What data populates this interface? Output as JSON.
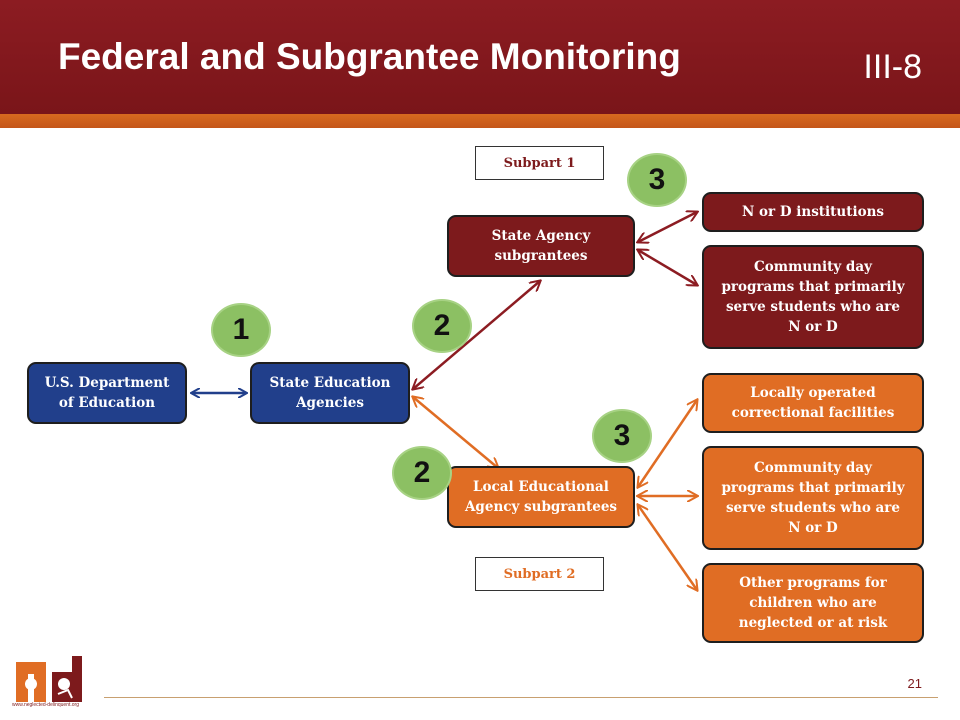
{
  "header": {
    "title": "Federal and Subgrantee Monitoring",
    "slide_code": "III-8"
  },
  "diagram": {
    "subpart1_label": "Subpart 1",
    "subpart2_label": "Subpart 2",
    "federal_box": "U.S. Department\nof Education",
    "sea_box": "State Education\nAgencies",
    "state_agency_box": "State Agency\nsubgrantees",
    "lea_box": "Local Educational\nAgency subgrantees",
    "nd_institutions": "N or D institutions",
    "community_day_state": "Community day\nprograms that primarily\nserve students who are\nN or D",
    "local_correctional": "Locally operated\ncorrectional facilities",
    "community_day_local": "Community day\nprograms that primarily\nserve students who are\nN or D",
    "other_programs": "Other programs for\nchildren who are\nneglected or at risk",
    "badges": {
      "federal_sea": "1",
      "sea_state_agency": "2",
      "sea_lea": "2",
      "state_agency_facilities": "3",
      "lea_facilities": "3"
    }
  },
  "colors": {
    "header": "#8c1c22",
    "stripe": "#d86a1f",
    "blue": "#213f8b",
    "maroon": "#7d1a1c",
    "orange": "#e06d24",
    "badge": "#8cc063"
  },
  "footer": {
    "page_number": "21",
    "logo_text": "nd",
    "logo_url": "www.neglected-delinquent.org"
  }
}
